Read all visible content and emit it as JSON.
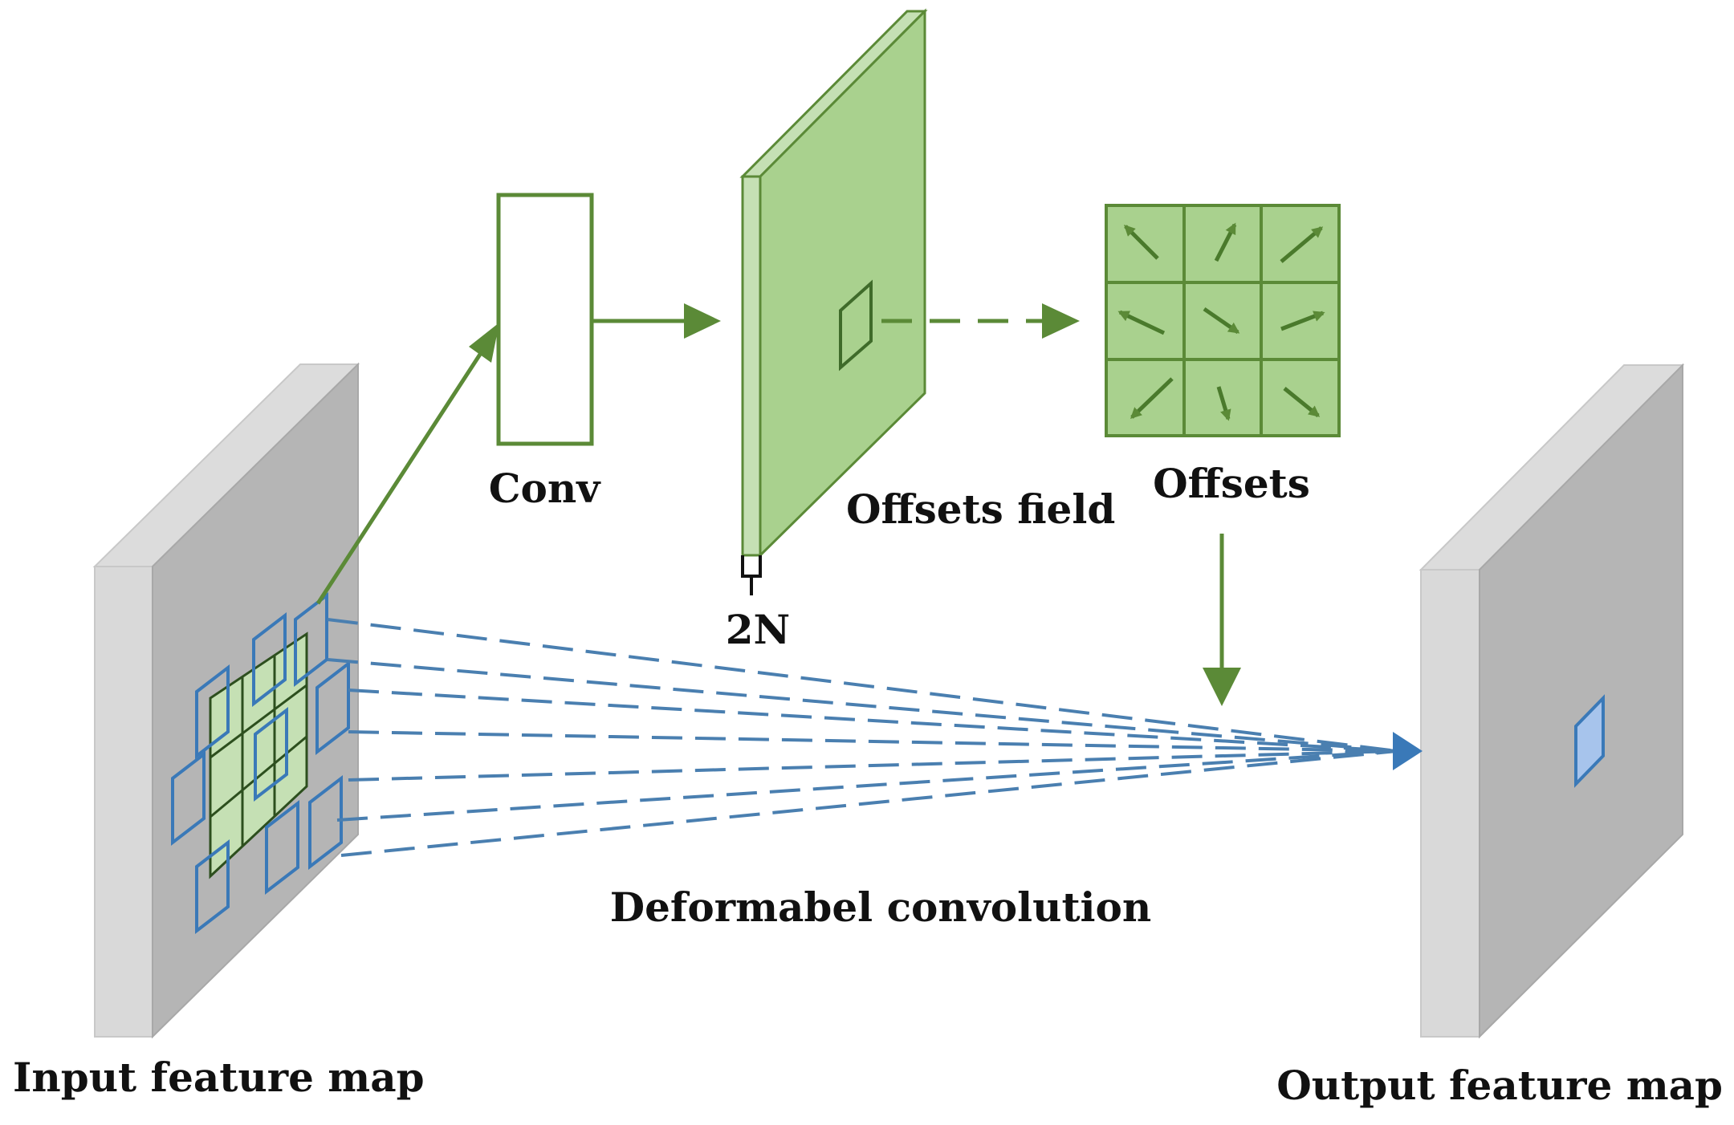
{
  "labels": {
    "conv": "Conv",
    "offsets_field": "Offsets field",
    "offsets": "Offsets",
    "two_n": "2N",
    "deformable": "Deformabel convolution",
    "input_map": "Input feature map",
    "output_map": "Output feature map"
  },
  "colors": {
    "green_stroke": "#5b8a37",
    "green_fill": "#a9d18e",
    "green_light": "#c5e0b4",
    "blue_stroke": "#3a79b8",
    "blue_fill": "#a7c4ec",
    "gray_face": "#b5b5b5",
    "gray_side": "#d9d9d9",
    "gray_edge": "#c8c8c8"
  },
  "offsets_grid": {
    "arrows": [
      "up-left",
      "up-right",
      "up-right",
      "left-up",
      "down-right",
      "right-up",
      "down-left",
      "down",
      "down-right"
    ]
  }
}
